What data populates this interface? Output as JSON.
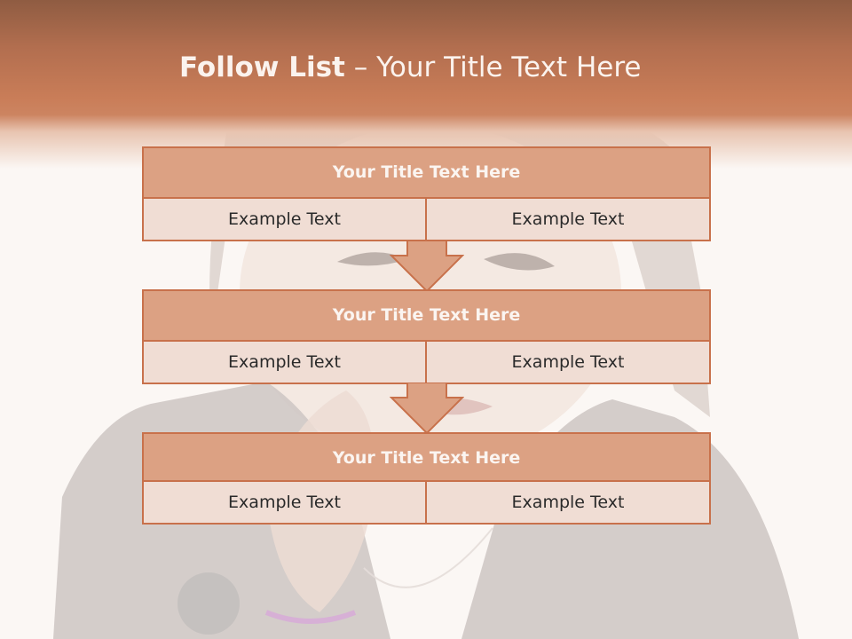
{
  "slide": {
    "title_bold": "Follow List",
    "title_rest": " – Your Title Text Here"
  },
  "blocks": [
    {
      "title": "Your Title Text Here",
      "left_text": "Example Text",
      "right_text": "Example Text"
    },
    {
      "title": "Your Title Text Here",
      "left_text": "Example Text",
      "right_text": "Example Text"
    },
    {
      "title": "Your Title Text Here",
      "left_text": "Example Text",
      "right_text": "Example Text"
    }
  ],
  "colors": {
    "header": "#c97d58",
    "block_title_fill": "#dca183",
    "cell_fill": "#f0ddd4",
    "border": "#c8714b",
    "arrow_fill": "#dca183"
  }
}
